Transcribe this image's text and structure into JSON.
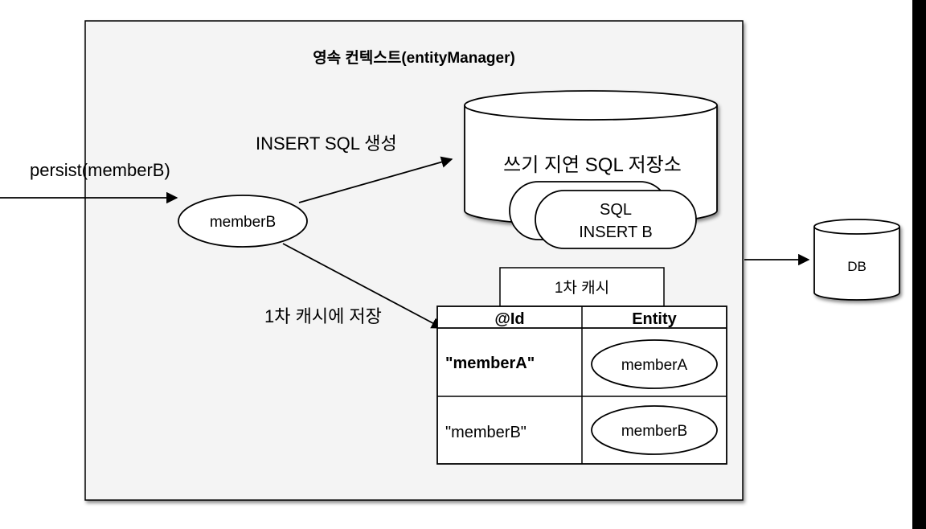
{
  "context_title": "영속 컨텍스트(entityManager)",
  "call_label": "persist(memberB)",
  "entity_label": "memberB",
  "insert_sql_label": "INSERT SQL 생성",
  "store_cache_label": "1차 캐시에 저장",
  "write_behind": {
    "title": "쓰기 지연 SQL 저장소",
    "sql_line1": "SQL",
    "sql_line2": "INSERT B"
  },
  "db_label": "DB",
  "first_level_cache": {
    "title": "1차 캐시",
    "headers": [
      "@Id",
      "Entity"
    ],
    "rows": [
      {
        "id": "\"memberA\"",
        "entity": "memberA",
        "id_bold": true
      },
      {
        "id": "\"memberB\"",
        "entity": "memberB",
        "id_bold": false
      }
    ]
  },
  "colors": {
    "panel_fill": "#f4f4f4",
    "line": "#000000",
    "outer_border": "#000000"
  }
}
